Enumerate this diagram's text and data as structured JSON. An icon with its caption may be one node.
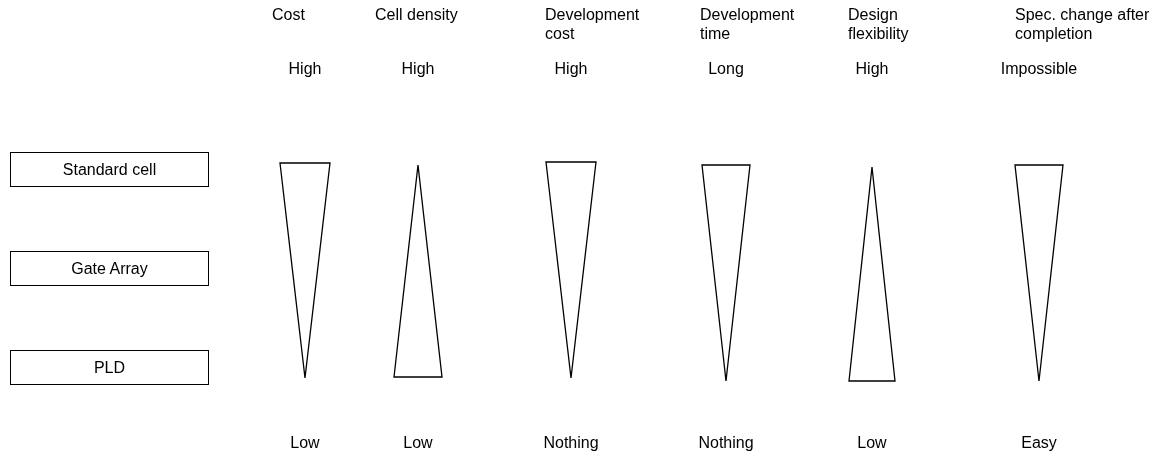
{
  "diagram": {
    "nodes": [
      {
        "text": [
          "Standard cell"
        ]
      },
      {
        "text": [
          "Gate Array"
        ]
      },
      {
        "text": [
          "PLD"
        ]
      },
      {
        "text": [],
        "shape": "triangle"
      },
      {
        "text": [],
        "shape": "triangle"
      },
      {
        "text": [],
        "shape": "triangle"
      },
      {
        "text": [],
        "shape": "triangle"
      },
      {
        "text": [],
        "shape": "triangle"
      },
      {
        "text": [],
        "shape": "triangle"
      }
    ],
    "labels": [
      "Cost",
      "Cell density",
      "Development cost",
      "Development time",
      "Design flexibility",
      "Spec. change after completion",
      "High",
      "High",
      "High",
      "Long",
      "High",
      "Impossible",
      "Low",
      "Low",
      "Nothing",
      "Nothing",
      "Low",
      "Easy"
    ]
  }
}
